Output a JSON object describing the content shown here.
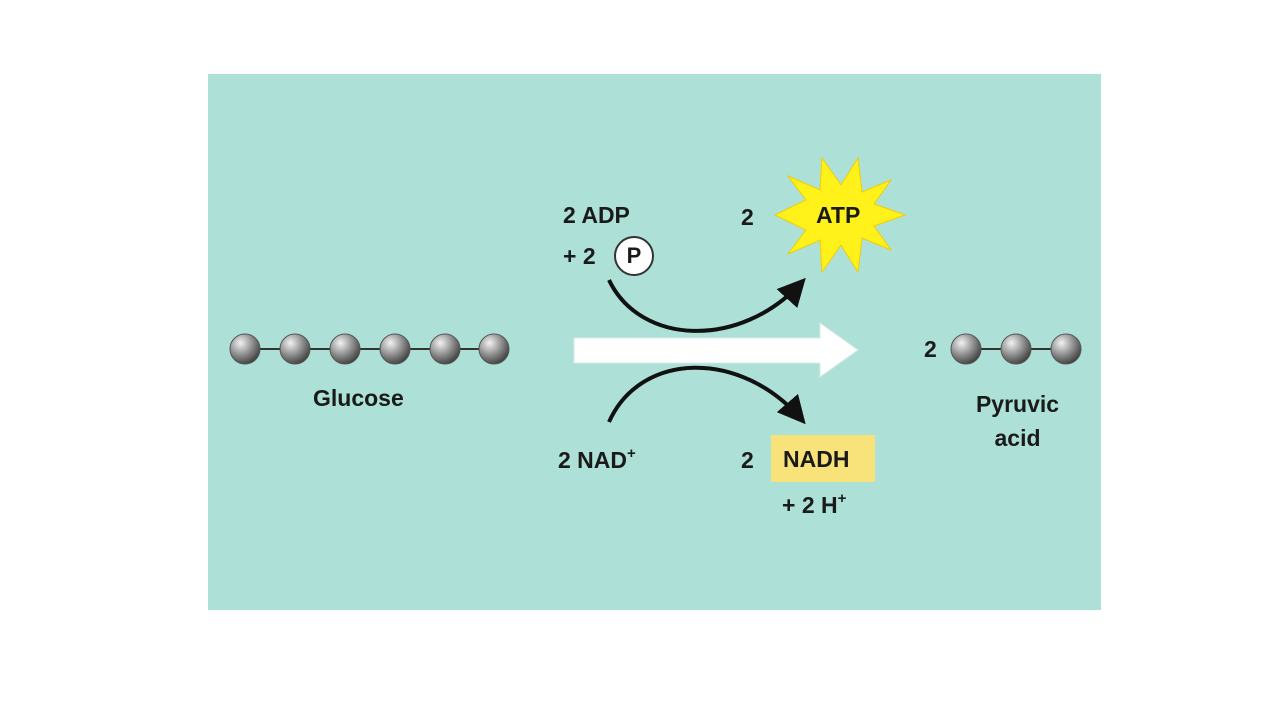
{
  "colors": {
    "panel_background": "#ade1d8",
    "molecule_ball": "#8c8c8c",
    "atp_starburst": "#fff21a",
    "nadh_highlight": "#f8e37a",
    "main_arrow": "#ffffff",
    "curved_arrows": "#111111"
  },
  "glucose": {
    "label": "Glucose",
    "carbon_count": 6
  },
  "inputs_top": {
    "adp": "2 ADP",
    "phosphate_prefix": "+ 2",
    "phosphate_symbol": "P"
  },
  "output_atp": {
    "coefficient": "2",
    "label": "ATP"
  },
  "inputs_bottom": {
    "nad": "2 NAD",
    "nad_charge": "+"
  },
  "output_nadh": {
    "coefficient": "2",
    "label": "NADH",
    "hydrogen": "+ 2 H",
    "hydrogen_charge": "+"
  },
  "product": {
    "coefficient": "2",
    "label_line1": "Pyruvic",
    "label_line2": "acid",
    "carbon_count": 3
  }
}
